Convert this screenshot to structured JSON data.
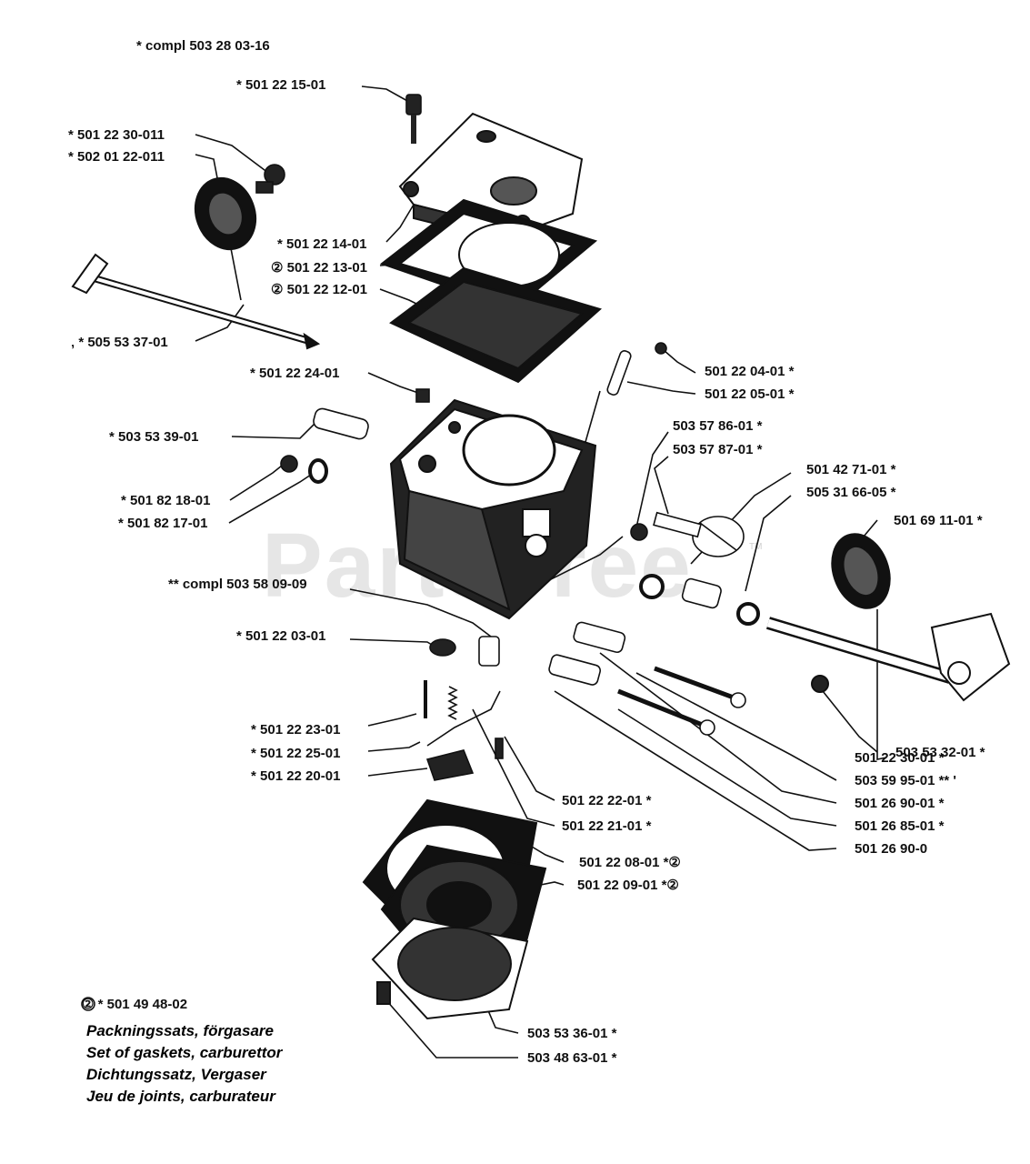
{
  "watermark": "PartsTree",
  "watermark_tm": "TM",
  "header_note": "*  compl 503 28 03-16",
  "labels": [
    {
      "id": "p1",
      "text": "*  501 22 15-01"
    },
    {
      "id": "p2",
      "text": "*  501 22 30-011"
    },
    {
      "id": "p3",
      "text": "*  502 01 22-011"
    },
    {
      "id": "p4",
      "text": "*  501 22 14-01"
    },
    {
      "id": "p5",
      "text": "②  501 22 13-01"
    },
    {
      "id": "p6",
      "text": "②  501 22 12-01"
    },
    {
      "id": "p7",
      "text": "‚ *  505 53 37-01"
    },
    {
      "id": "p8",
      "text": "*  501 22 24-01"
    },
    {
      "id": "p9",
      "text": "501 22 04-01  *"
    },
    {
      "id": "p10",
      "text": "501 22 05-01  *"
    },
    {
      "id": "p11",
      "text": "*  503 53 39-01"
    },
    {
      "id": "p12",
      "text": "503 57 86-01  *"
    },
    {
      "id": "p13",
      "text": "503 57 87-01  *"
    },
    {
      "id": "p14",
      "text": "501 42 71-01  *"
    },
    {
      "id": "p15",
      "text": "505 31 66-05  *"
    },
    {
      "id": "p16",
      "text": "* 501 82 18-01"
    },
    {
      "id": "p17",
      "text": "*  501 82 17-01"
    },
    {
      "id": "p18",
      "text": "501 69 11-01  *"
    },
    {
      "id": "p19",
      "text": "**  compl 503 58 09-09"
    },
    {
      "id": "p20",
      "text": "*  501 22 03-01"
    },
    {
      "id": "p21",
      "text": "503 53 32-01  *"
    },
    {
      "id": "p22",
      "text": "*  501 22 23-01"
    },
    {
      "id": "p23",
      "text": "*  501 22 25-01"
    },
    {
      "id": "p24",
      "text": "*  501 22 20-01"
    },
    {
      "id": "p25",
      "text": "501 22 30-01  *"
    },
    {
      "id": "p26",
      "text": "503 59 95-01  ** '"
    },
    {
      "id": "p27",
      "text": "501 22 22-01  *"
    },
    {
      "id": "p28",
      "text": "501 26 90-01  *"
    },
    {
      "id": "p29",
      "text": "501 22 21-01  *"
    },
    {
      "id": "p30",
      "text": "501 26 85-01  *"
    },
    {
      "id": "p31",
      "text": "501 26 90-0"
    },
    {
      "id": "p32",
      "text": "501 22 08-01  *②"
    },
    {
      "id": "p33",
      "text": "501 22 09-01  *②"
    },
    {
      "id": "p34",
      "text": "503 53 36-01  *"
    },
    {
      "id": "p35",
      "text": "503 48 63-01  *"
    }
  ],
  "gasket_set": {
    "code": "②  *  501 49 48-02",
    "lines": [
      "Packningssats, förgasare",
      "Set of gaskets, carburettor",
      "Dichtungssatz, Vergaser",
      "Jeu de joints, carburateur"
    ]
  }
}
